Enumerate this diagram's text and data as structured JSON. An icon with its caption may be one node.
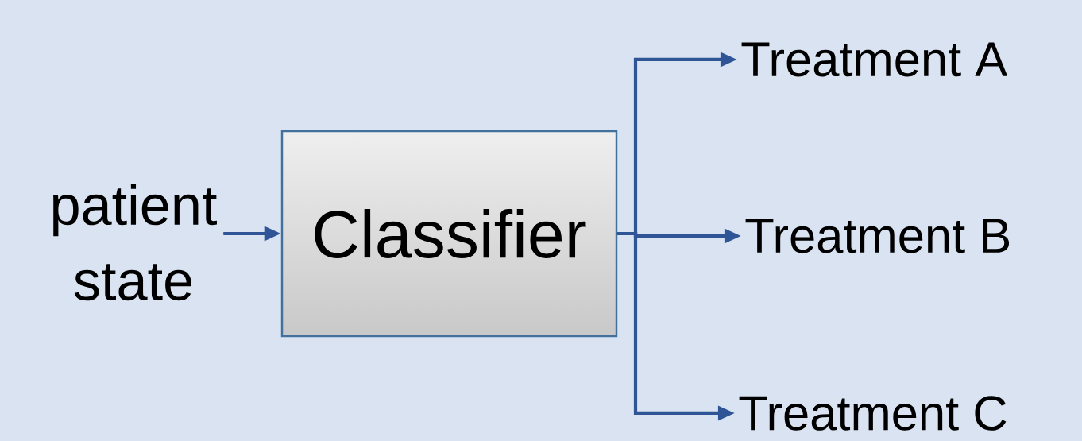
{
  "diagram": {
    "nodes": [
      {
        "text": [
          "patient state"
        ]
      },
      {
        "text": [
          "Classifier"
        ]
      },
      {
        "text": [
          "Treatment A"
        ]
      },
      {
        "text": [
          "Treatment B"
        ]
      },
      {
        "text": [
          "Treatment C"
        ]
      }
    ],
    "edges": [
      {
        "from": 0,
        "to": 1,
        "arrow": "to"
      },
      {
        "from": 1,
        "to": 2,
        "arrow": "to"
      },
      {
        "from": 1,
        "to": 3,
        "arrow": "to"
      },
      {
        "from": 1,
        "to": 4,
        "arrow": "to"
      }
    ]
  }
}
